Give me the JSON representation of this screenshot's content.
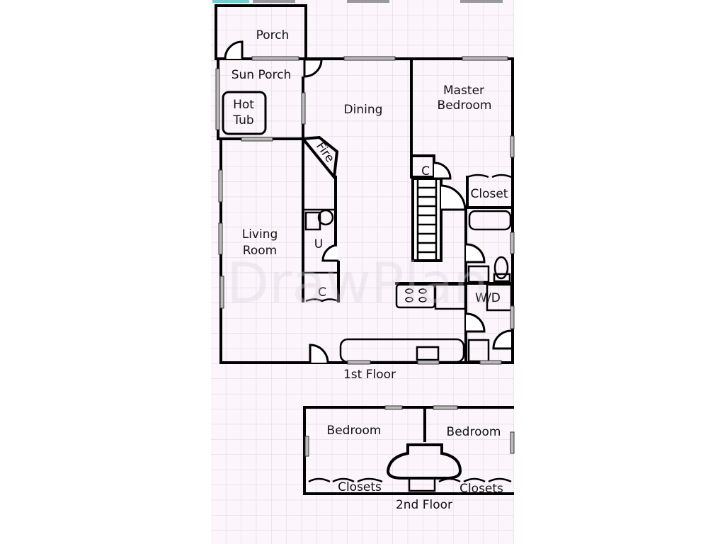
{
  "plan": {
    "watermark": "DrawPlan",
    "colors": {
      "background": "#fcf5fc",
      "grid": "#ddd2dd",
      "walls": "#000000"
    },
    "first_floor": {
      "label": "1st Floor",
      "rooms": {
        "porch": "Porch",
        "sun_porch": "Sun Porch",
        "hot_tub_1": "Hot",
        "hot_tub_2": "Tub",
        "dining": "Dining",
        "master_1": "Master",
        "master_2": "Bedroom",
        "fire": "Fire",
        "closet_c1": "C",
        "closet": "Closet",
        "living_1": "Living",
        "living_2": "Room",
        "utility": "U",
        "closet_c2": "C",
        "wd": "W/D"
      }
    },
    "second_floor": {
      "label": "2nd Floor",
      "rooms": {
        "bedroom_left": "Bedroom",
        "bedroom_right": "Bedroom",
        "closets_left": "Closets",
        "closets_right": "Closets"
      }
    }
  }
}
